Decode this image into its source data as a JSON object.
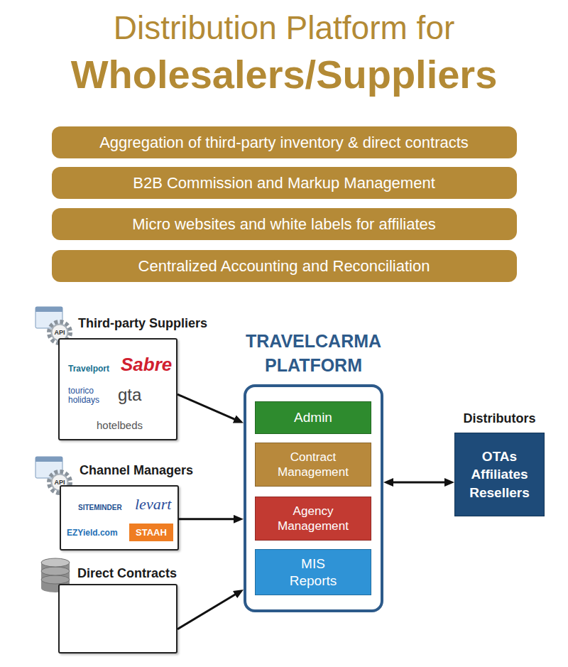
{
  "diagram": {
    "title": "Distribution Platform for Wholesalers/Suppliers",
    "nodes": [
      {
        "text": [
          "Aggregation of third-party inventory & direct contracts"
        ]
      },
      {
        "text": [
          "B2B Commission and Markup Management"
        ]
      },
      {
        "text": [
          "Micro websites and white labels for affiliates"
        ]
      },
      {
        "text": [
          "Centralized Accounting and Reconciliation"
        ]
      },
      {
        "text": [
          "Third-party Suppliers",
          "Travelport",
          "Sabre",
          "tourico holidays",
          "gta",
          "hotelbeds"
        ]
      },
      {
        "text": [
          "Channel Managers",
          "SITEMINDER",
          "levart",
          "EZYield.com",
          "STAAH"
        ]
      },
      {
        "text": [
          "Direct Contracts"
        ]
      },
      {
        "text": [
          "TRAVELCARMA PLATFORM"
        ]
      },
      {
        "text": [
          "Admin"
        ],
        "in": 7
      },
      {
        "text": [
          "Contract Management"
        ],
        "in": 7
      },
      {
        "text": [
          "Agency Management"
        ],
        "in": 7
      },
      {
        "text": [
          "MIS Reports"
        ],
        "in": 7
      },
      {
        "text": [
          "Distributors",
          "OTAs Affiliates Resellers"
        ]
      }
    ],
    "edges": [
      {
        "from": 4,
        "to": 7,
        "arrow": "to"
      },
      {
        "from": 5,
        "to": 7,
        "arrow": "to"
      },
      {
        "from": 6,
        "to": 7,
        "arrow": "to"
      },
      {
        "from": 7,
        "to": 12,
        "arrow": "both"
      }
    ],
    "labels": [
      "API",
      "API"
    ]
  }
}
